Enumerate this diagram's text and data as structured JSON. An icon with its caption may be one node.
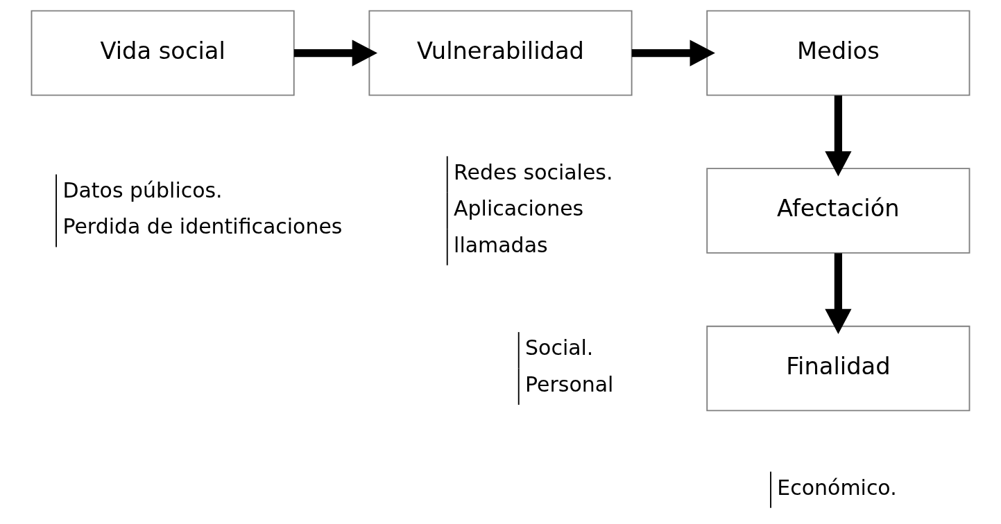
{
  "diagram": {
    "nodes": [
      {
        "text": [
          "Vida social"
        ]
      },
      {
        "text": [
          "Vulnerabilidad"
        ],
        "beside": [
          "Datos públicos.",
          "Perdida de identificaciones"
        ]
      },
      {
        "text": [
          "Medios"
        ],
        "beside": [
          "Redes sociales.",
          "Aplicaciones",
          "llamadas"
        ]
      },
      {
        "text": [
          "Afectación"
        ],
        "beside": [
          "Social.",
          "Personal"
        ]
      },
      {
        "text": [
          "Finalidad"
        ],
        "beside": [
          "Económico."
        ]
      }
    ],
    "edges": [
      {
        "from": 0,
        "to": 1,
        "arrow": "to"
      },
      {
        "from": 1,
        "to": 2,
        "arrow": "to"
      },
      {
        "from": 2,
        "to": 3,
        "arrow": "to"
      },
      {
        "from": 3,
        "to": 4,
        "arrow": "to"
      }
    ]
  }
}
